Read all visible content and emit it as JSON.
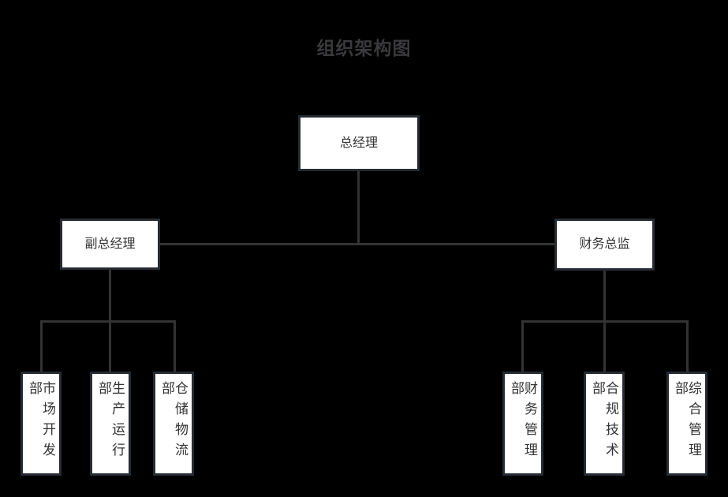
{
  "title": "组织架构图",
  "colors": {
    "background": "#000000",
    "node_fill": "#ffffff",
    "node_border": "#262c33",
    "node_text": "#333333",
    "connector": "#333333",
    "title_text": "#3a3a3c"
  },
  "org": {
    "root": {
      "label": "总经理"
    },
    "managers": [
      {
        "label": "副总经理"
      },
      {
        "label": "财务总监"
      }
    ],
    "departments_left": [
      {
        "label": "市场开发部"
      },
      {
        "label": "生产运行部"
      },
      {
        "label": "仓储物流部"
      }
    ],
    "departments_right": [
      {
        "label": "财务管理部"
      },
      {
        "label": "合规技术部"
      },
      {
        "label": "综合管理部"
      }
    ]
  }
}
